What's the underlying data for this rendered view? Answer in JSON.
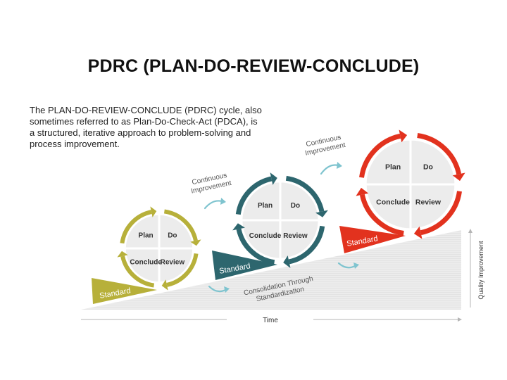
{
  "title": "PDRC (PLAN-DO-REVIEW-CONCLUDE)",
  "description": "The PLAN-DO-REVIEW-CONCLUDE (PDRC) cycle, also sometimes referred to as Plan-Do-Check-Act (PDCA), is a structured, iterative approach to problem-solving and process improvement.",
  "cycles": [
    {
      "plan": "Plan",
      "do": "Do",
      "review": "Review",
      "conclude": "Conclude",
      "standard": "Standard",
      "color": "#b7b03a"
    },
    {
      "plan": "Plan",
      "do": "Do",
      "review": "Review",
      "conclude": "Conclude",
      "standard": "Standard",
      "color": "#2d666e"
    },
    {
      "plan": "Plan",
      "do": "Do",
      "review": "Review",
      "conclude": "Conclude",
      "standard": "Standard",
      "color": "#e2321e"
    }
  ],
  "continuous_1": [
    "Continuous",
    "Improvement"
  ],
  "continuous_2": [
    "Continuous",
    "Improvement"
  ],
  "consolidation": [
    "Consolidation Through",
    "Standardization"
  ],
  "time_label": "Time",
  "quality_label": "Quality Improvement",
  "colors": {
    "arrow_teal": "#7fc4cf",
    "slope_fill": "#e9e9e9",
    "quadrant_fill": "#ececec"
  }
}
